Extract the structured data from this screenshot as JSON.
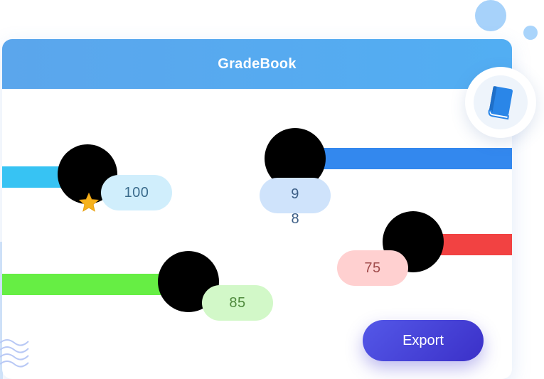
{
  "app": {
    "title": "GradeBook"
  },
  "icons": {
    "book": "book-icon",
    "star": "star-icon",
    "waves": "waves-icon"
  },
  "scores": [
    {
      "value": "100",
      "color": "#37c3f3",
      "starred": true
    },
    {
      "value_line1": "9",
      "value_line2": "8",
      "color": "#3388ee",
      "starred": false
    },
    {
      "value": "75",
      "color": "#f24242",
      "starred": false
    },
    {
      "value": "85",
      "color": "#66ee44",
      "starred": false
    }
  ],
  "actions": {
    "export_label": "Export"
  },
  "colors": {
    "header": "#52aef3",
    "accent_button": "#4a47dc",
    "star": "#f6b21c"
  }
}
